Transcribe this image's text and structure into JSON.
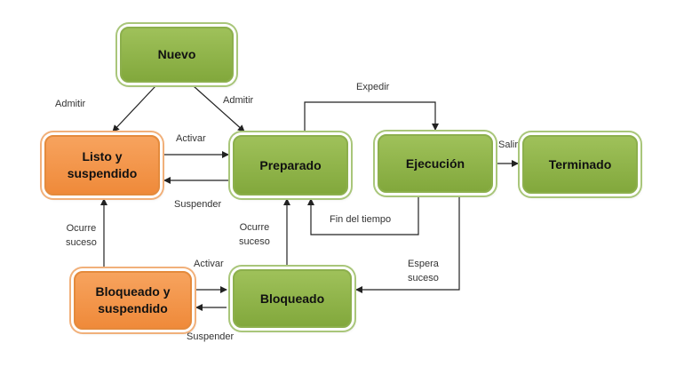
{
  "nodes": {
    "nuevo": "Nuevo",
    "listo_suspendido": {
      "line1": "Listo y",
      "line2": "suspendido"
    },
    "preparado": "Preparado",
    "ejecucion": "Ejecución",
    "terminado": "Terminado",
    "bloqueado_suspendido": {
      "line1": "Bloqueado y",
      "line2": "suspendido"
    },
    "bloqueado": "Bloqueado"
  },
  "edges": {
    "admitir_left": "Admitir",
    "admitir_right": "Admitir",
    "expedir": "Expedir",
    "activar_top": "Activar",
    "suspender_top": "Suspender",
    "salir": "Salir",
    "fin_del_tiempo": "Fin del tiempo",
    "ocurre_suceso_left": {
      "line1": "Ocurre",
      "line2": "suceso"
    },
    "ocurre_suceso_mid": {
      "line1": "Ocurre",
      "line2": "suceso"
    },
    "espera_suceso": {
      "line1": "Espera",
      "line2": "suceso"
    },
    "activar_bottom": "Activar",
    "suspender_bottom": "Suspender"
  },
  "colors": {
    "green": "#8fb24a",
    "orange": "#f39b4e",
    "edge": "#222222"
  }
}
